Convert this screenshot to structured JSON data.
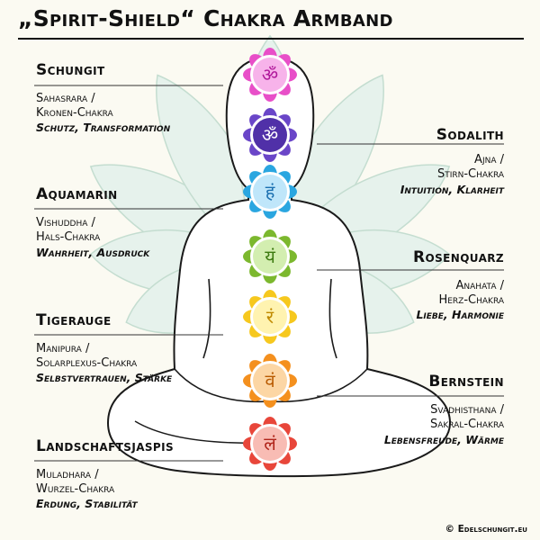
{
  "title": "„Spirit-Shield“ Chakra Armband",
  "left_entries": [
    {
      "stone": "Schungit",
      "chakra_line1": "Sahasrara /",
      "chakra_line2": "Kronen-Chakra",
      "properties": "Schutz, Transformation"
    },
    {
      "stone": "Aquamarin",
      "chakra_line1": "Vishuddha /",
      "chakra_line2": "Hals-Chakra",
      "properties": "Wahrheit, Ausdruck"
    },
    {
      "stone": "Tigerauge",
      "chakra_line1": "Manipura /",
      "chakra_line2": "Solarplexus-Chakra",
      "properties": "Selbstvertrauen, Stärke"
    },
    {
      "stone": "Landschaftsjaspis",
      "chakra_line1": "Muladhara /",
      "chakra_line2": "Wurzel-Chakra",
      "properties": "Erdung, Stabilität"
    }
  ],
  "right_entries": [
    {
      "stone": "Sodalith",
      "chakra_line1": "Ajna /",
      "chakra_line2": "Stirn-Chakra",
      "properties": "Intuition, Klarheit"
    },
    {
      "stone": "Rosenquarz",
      "chakra_line1": "Anahata /",
      "chakra_line2": "Herz-Chakra",
      "properties": "Liebe, Harmonie"
    },
    {
      "stone": "Bernstein",
      "chakra_line1": "Svadhisthana /",
      "chakra_line2": "Sakral-Chakra",
      "properties": "Lebensfreude, Wärme"
    }
  ],
  "chakras": [
    {
      "name": "crown-chakra-icon",
      "glyph": "ॐ",
      "petal_color": "#e84fc8",
      "inner_color": "#f7b3ea",
      "glyph_color": "#b0189a"
    },
    {
      "name": "third-eye-chakra-icon",
      "glyph": "ॐ",
      "petal_color": "#6a46c8",
      "inner_color": "#5030a8",
      "glyph_color": "#ffffff"
    },
    {
      "name": "throat-chakra-icon",
      "glyph": "हं",
      "petal_color": "#2aa6e0",
      "inner_color": "#bfe6fa",
      "glyph_color": "#1a6fb0"
    },
    {
      "name": "heart-chakra-icon",
      "glyph": "यं",
      "petal_color": "#7cb82e",
      "inner_color": "#d3eeb0",
      "glyph_color": "#3c7a10"
    },
    {
      "name": "solar-plexus-chakra-icon",
      "glyph": "रं",
      "petal_color": "#f6c81e",
      "inner_color": "#fff3b0",
      "glyph_color": "#c08a00"
    },
    {
      "name": "sacral-chakra-icon",
      "glyph": "वं",
      "petal_color": "#f4901e",
      "inner_color": "#fcd6a4",
      "glyph_color": "#b85a00"
    },
    {
      "name": "root-chakra-icon",
      "glyph": "लं",
      "petal_color": "#e8463a",
      "inner_color": "#f8bcb4",
      "glyph_color": "#b0241a"
    }
  ],
  "colors": {
    "background": "#fbfaf2",
    "lotus": "#e6f2ec",
    "lotus_stroke": "#c4ddd0",
    "figure_stroke": "#1a1a1a"
  },
  "credit": "© Edelschungit.eu"
}
